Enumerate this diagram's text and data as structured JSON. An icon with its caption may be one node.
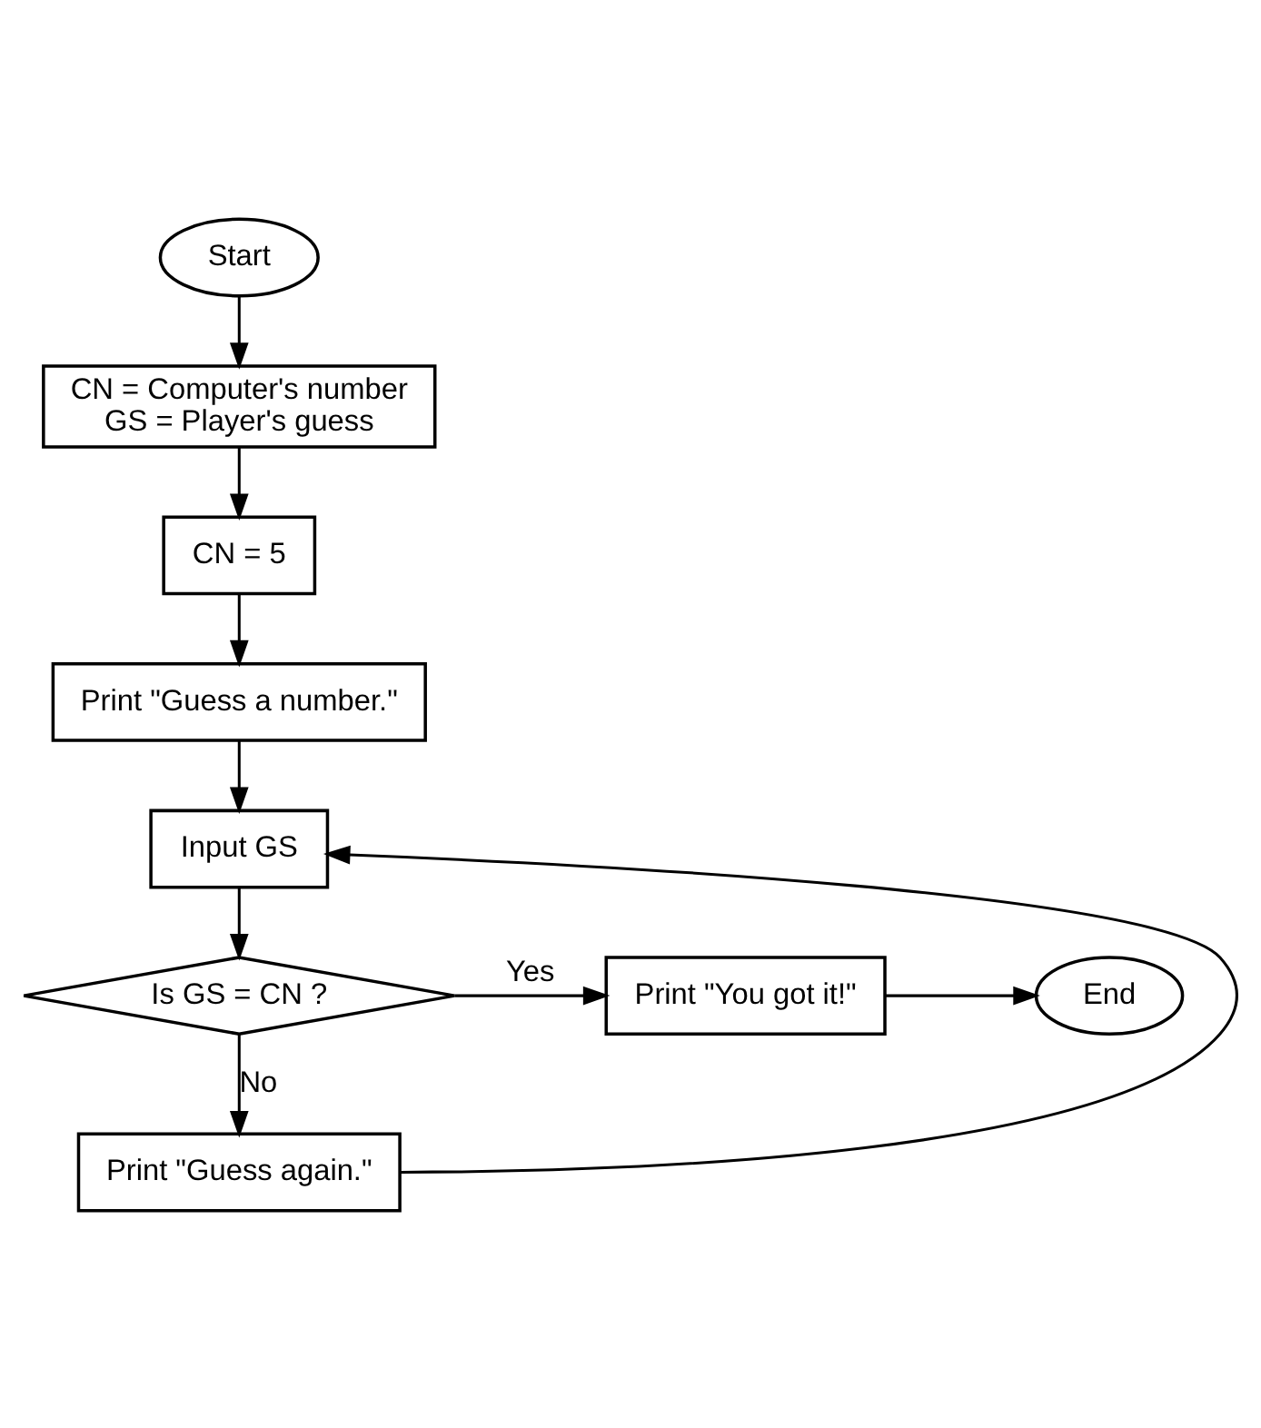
{
  "diagram": {
    "nodes": [
      {
        "text": [
          "Start"
        ]
      },
      {
        "text": [
          "CN = Computer's number",
          "GS = Player's guess"
        ]
      },
      {
        "text": [
          "CN = 5"
        ]
      },
      {
        "text": [
          "Print \"Guess a number.\""
        ]
      },
      {
        "text": [
          "Input GS"
        ]
      },
      {
        "text": [
          "Is GS = CN ?"
        ]
      },
      {
        "text": [
          "Print \"You got it!\""
        ]
      },
      {
        "text": [
          "End"
        ]
      },
      {
        "text": [
          "Print \"Guess again.\""
        ]
      }
    ],
    "edges": [
      {
        "from": 0,
        "to": 1,
        "arrow": "to"
      },
      {
        "from": 1,
        "to": 2,
        "arrow": "to"
      },
      {
        "from": 2,
        "to": 3,
        "arrow": "to"
      },
      {
        "from": 3,
        "to": 4,
        "arrow": "to"
      },
      {
        "from": 4,
        "to": 5,
        "arrow": "to"
      },
      {
        "from": 5,
        "to": 6,
        "arrow": "to",
        "label": "Yes"
      },
      {
        "from": 6,
        "to": 7,
        "arrow": "to"
      },
      {
        "from": 5,
        "to": 8,
        "arrow": "to",
        "label": "No"
      },
      {
        "from": 8,
        "to": 4,
        "arrow": "to"
      }
    ]
  }
}
